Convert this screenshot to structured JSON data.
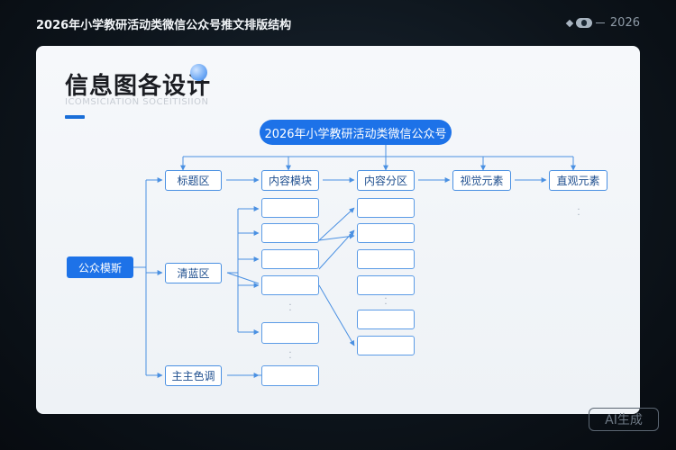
{
  "top_title": "2026年小学教研活动类微信公众号推文排版结构",
  "top_right_year": "2026",
  "card": {
    "heading": "信息图各设计",
    "subheading": "ICOMSICIATION SOCEITISIION"
  },
  "diagram": {
    "root": "2026年小学教研活动类微信公众号",
    "left_root": "公众模斯",
    "branches": {
      "title_zone": "标题区",
      "content_module": "内容模块",
      "content_section": "内容分区",
      "visual_elements": "视觉元素",
      "intuitive_elements": "直观元素",
      "blue_zone": "清蓝区",
      "main_color": "主主色调"
    }
  },
  "badge": "AI生成"
}
